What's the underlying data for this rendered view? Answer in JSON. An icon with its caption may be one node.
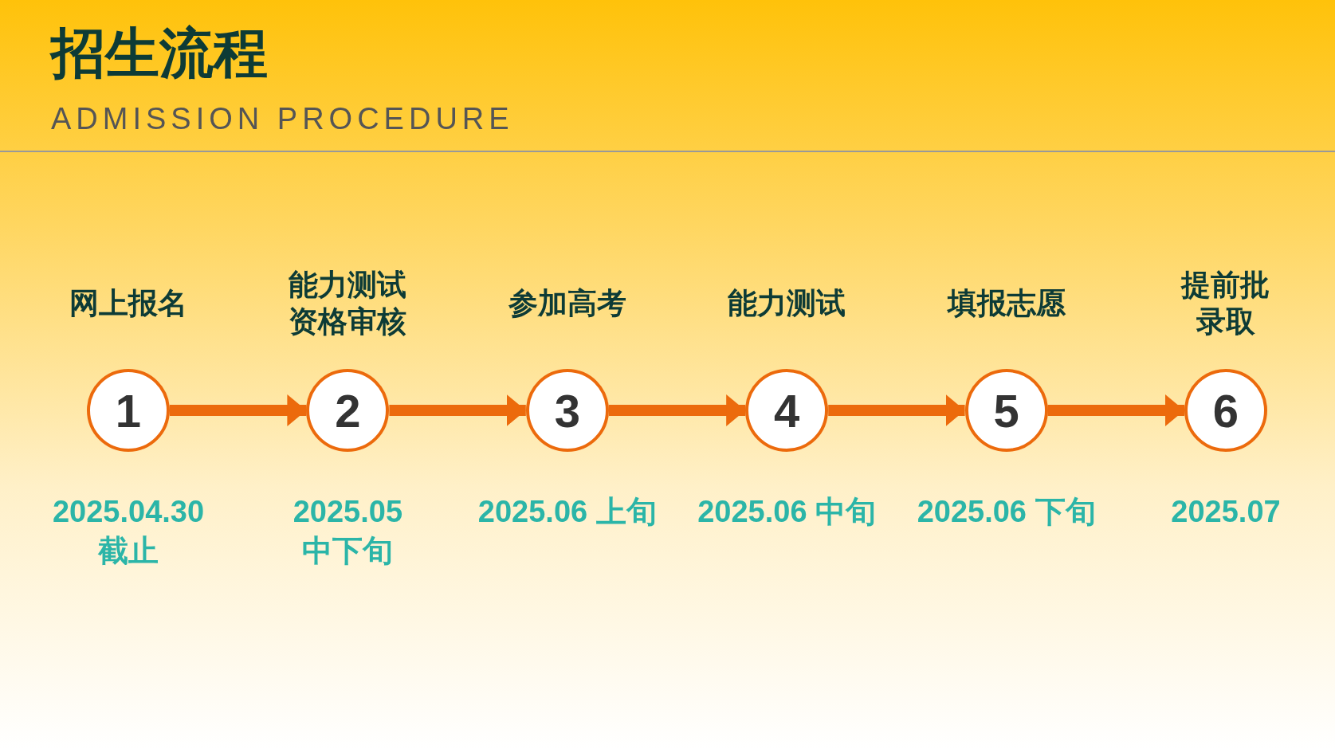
{
  "diagram": {
    "title": "招生流程",
    "caption": "ADMISSION PROCEDURE",
    "nodes": [
      {
        "text": [
          "1"
        ],
        "beside": [
          "网上报名",
          "2025.04.30 截止"
        ]
      },
      {
        "text": [
          "2"
        ],
        "beside": [
          "能力测试资格审核",
          "2025.05 中下旬"
        ]
      },
      {
        "text": [
          "3"
        ],
        "beside": [
          "参加高考",
          "2025.06 上旬"
        ]
      },
      {
        "text": [
          "4"
        ],
        "beside": [
          "能力测试",
          "2025.06 中旬"
        ]
      },
      {
        "text": [
          "5"
        ],
        "beside": [
          "填报志愿",
          "2025.06 下旬"
        ]
      },
      {
        "text": [
          "6"
        ],
        "beside": [
          "提前批录取",
          "2025.07"
        ]
      }
    ],
    "edges": [
      {
        "from": 0,
        "to": 1,
        "arrow": "to"
      },
      {
        "from": 1,
        "to": 2,
        "arrow": "to"
      },
      {
        "from": 2,
        "to": 3,
        "arrow": "to"
      },
      {
        "from": 3,
        "to": 4,
        "arrow": "to"
      },
      {
        "from": 4,
        "to": 5,
        "arrow": "to"
      }
    ]
  }
}
